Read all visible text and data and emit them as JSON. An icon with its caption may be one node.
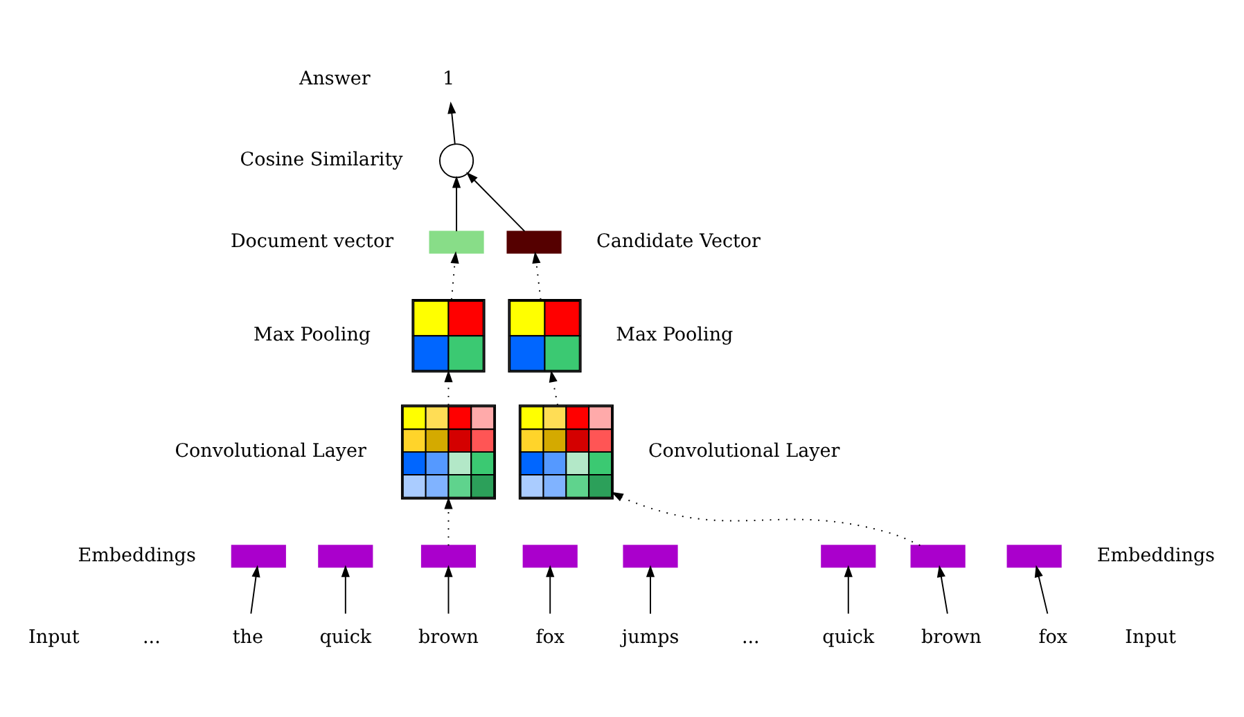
{
  "diagram": {
    "nodes": [
      {
        "text": [
          "1"
        ]
      },
      {
        "text": [],
        "shape": "circle"
      },
      {
        "text": [],
        "shape": "bar"
      },
      {
        "text": [],
        "shape": "bar"
      },
      {
        "text": [],
        "shape": "box"
      },
      {
        "text": [],
        "shape": "box"
      },
      {
        "text": [],
        "shape": "box"
      },
      {
        "text": [],
        "shape": "box"
      },
      {
        "text": [],
        "shape": "bar"
      },
      {
        "text": [],
        "shape": "bar"
      },
      {
        "text": [],
        "shape": "bar"
      },
      {
        "text": [],
        "shape": "bar"
      },
      {
        "text": [],
        "shape": "bar"
      },
      {
        "text": [],
        "shape": "bar"
      },
      {
        "text": [],
        "shape": "bar"
      },
      {
        "text": [],
        "shape": "bar"
      },
      {
        "text": [
          "the"
        ]
      },
      {
        "text": [
          "quick"
        ]
      },
      {
        "text": [
          "brown"
        ]
      },
      {
        "text": [
          "fox"
        ]
      },
      {
        "text": [
          "jumps"
        ]
      },
      {
        "text": [
          "quick"
        ]
      },
      {
        "text": [
          "brown"
        ]
      },
      {
        "text": [
          "fox"
        ]
      }
    ],
    "edges": [
      {
        "from": 1,
        "to": 0,
        "arrow": "to"
      },
      {
        "from": 2,
        "to": 1,
        "arrow": "to"
      },
      {
        "from": 3,
        "to": 1,
        "arrow": "to"
      },
      {
        "from": 4,
        "to": 2,
        "arrow": "to",
        "style": "dashed"
      },
      {
        "from": 5,
        "to": 3,
        "arrow": "to",
        "style": "dashed"
      },
      {
        "from": 6,
        "to": 4,
        "arrow": "to",
        "style": "dashed"
      },
      {
        "from": 7,
        "to": 5,
        "arrow": "to",
        "style": "dashed"
      },
      {
        "from": 10,
        "to": 6,
        "arrow": "to",
        "style": "dashed"
      },
      {
        "from": 14,
        "to": 7,
        "arrow": "to",
        "style": "dashed"
      },
      {
        "from": 16,
        "to": 8,
        "arrow": "to"
      },
      {
        "from": 17,
        "to": 9,
        "arrow": "to"
      },
      {
        "from": 18,
        "to": 10,
        "arrow": "to"
      },
      {
        "from": 19,
        "to": 11,
        "arrow": "to"
      },
      {
        "from": 20,
        "to": 12,
        "arrow": "to"
      },
      {
        "from": 21,
        "to": 13,
        "arrow": "to"
      },
      {
        "from": 22,
        "to": 14,
        "arrow": "to"
      },
      {
        "from": 23,
        "to": 15,
        "arrow": "to"
      }
    ],
    "labels": [
      "Answer",
      "Cosine Similarity",
      "Document vector",
      "Candidate Vector",
      "Max Pooling",
      "Max Pooling",
      "Convolutional Layer",
      "Convolutional Layer",
      "Embeddings",
      "Embeddings",
      "Input",
      "...",
      "...",
      "Input"
    ]
  }
}
